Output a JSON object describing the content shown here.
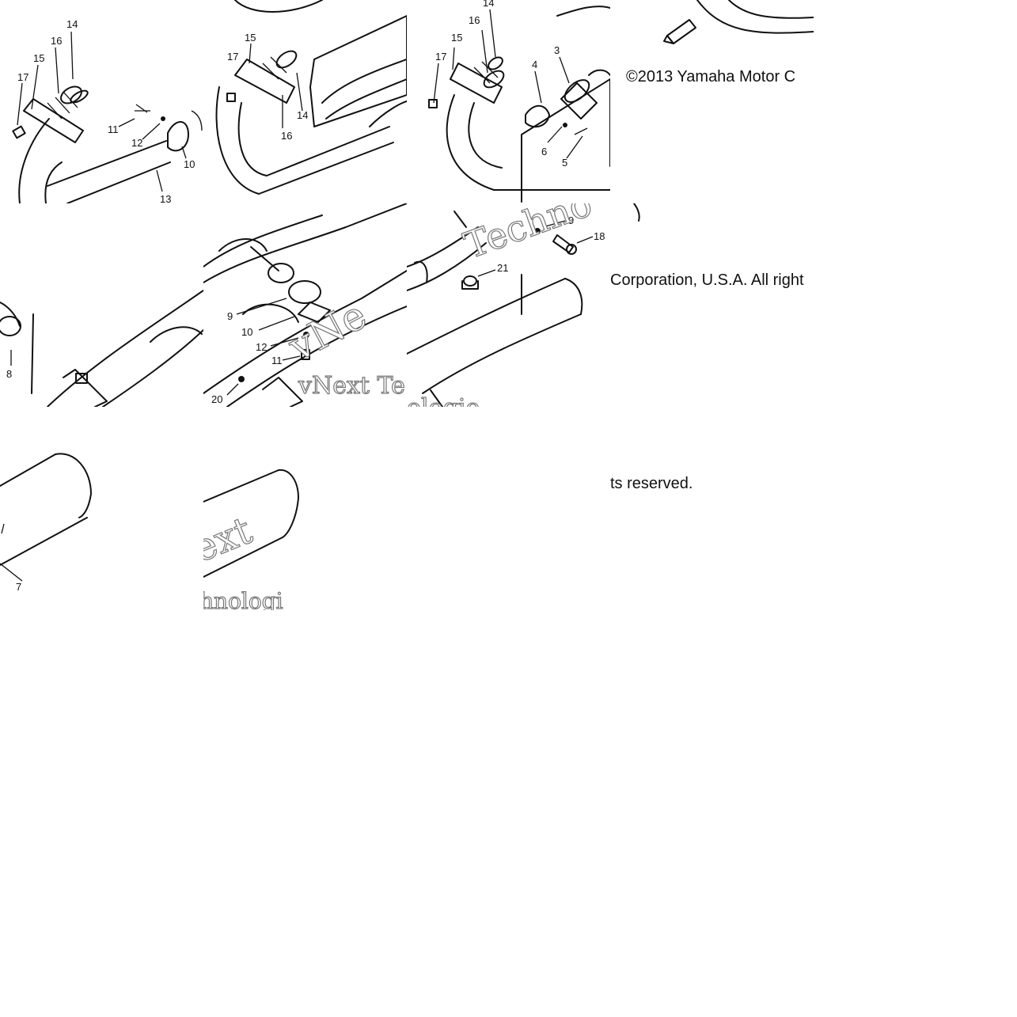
{
  "copyright": {
    "part1": "©2013 Yamaha Motor C",
    "part2": "Corporation, U.S.A. All right",
    "part3": "ts reserved."
  },
  "watermark": {
    "a": "Techno",
    "b": "vNe",
    "c": "vNext Te",
    "d": "ologie",
    "e": "ext",
    "f": "hnologi"
  },
  "callouts": {
    "t1": [
      "14",
      "16",
      "15",
      "17",
      "11",
      "12",
      "10",
      "13"
    ],
    "t2": [
      "15",
      "17",
      "14",
      "16"
    ],
    "t3": [
      "14",
      "15",
      "16",
      "17",
      "4",
      "3",
      "6",
      "5"
    ],
    "t4": [
      "8"
    ],
    "t5": [
      "9",
      "10",
      "12",
      "11",
      "20"
    ],
    "t6": [
      "9",
      "18",
      "21"
    ],
    "t7": [
      "7"
    ]
  },
  "icons": {
    "direction_arrow": "fwd-arrow-icon"
  }
}
